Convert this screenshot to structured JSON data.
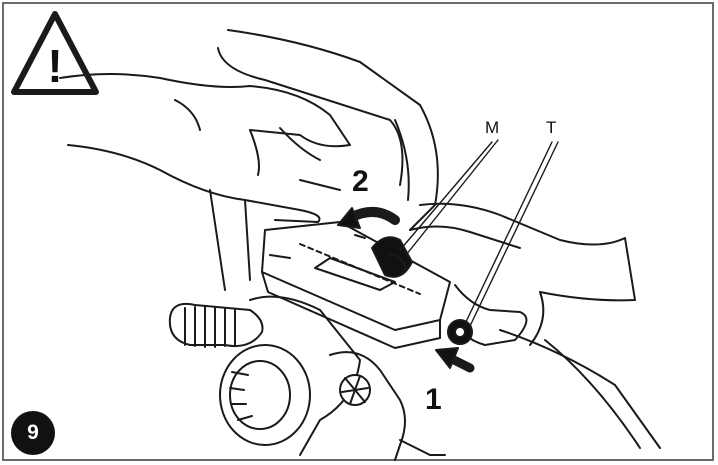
{
  "figure": {
    "callout_m": "M",
    "callout_t": "T",
    "step_first": "1",
    "step_second": "2",
    "figure_number": "9",
    "warning_glyph": "!"
  },
  "colors": {
    "line": "#1a1a1a",
    "frame": "#6b6b6b",
    "badge": "#111111"
  },
  "icons": [
    "warning-triangle-icon",
    "arrow-push-icon",
    "arrow-slide-icon"
  ]
}
